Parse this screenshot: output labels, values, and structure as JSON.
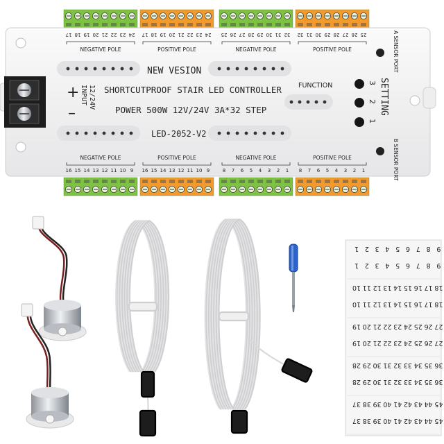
{
  "controller": {
    "line1": "NEW VESION",
    "line2": "SHORTCUTPROOF STAIR LED CONTROLLER",
    "line3": "POWER 500W 12V/24V 3A*32 STEP",
    "model": "LED-2052-V2",
    "function_label": "FUNCTION",
    "setting_label": "SETTING",
    "input_label": "INPUT",
    "input_voltage": "12/24V",
    "plus_sign": "+",
    "minus_sign": "–",
    "a_sensor": "A SENSOR PORT",
    "b_sensor": "B SENSOR PORT",
    "setting_buttons": [
      "1",
      "2",
      "3"
    ],
    "top_poles": [
      "NEGATIVE POLE",
      "POSITIVE POLE",
      "NEGATIVE POLE",
      "POSITIVE POLE"
    ],
    "bottom_poles": [
      "NEGATIVE POLE",
      "POSITIVE POLE",
      "NEGATIVE POLE",
      "POSITIVE POLE"
    ],
    "bottom_numbers": [
      [
        "16",
        "15",
        "14",
        "13",
        "12",
        "11",
        "10",
        "9"
      ],
      [
        "16",
        "15",
        "14",
        "13",
        "12",
        "11",
        "10",
        "9"
      ],
      [
        "8",
        "7",
        "6",
        "5",
        "4",
        "3",
        "2",
        "1"
      ],
      [
        "8",
        "7",
        "6",
        "5",
        "4",
        "3",
        "2",
        "1"
      ]
    ],
    "top_numbers": [
      [
        "17",
        "18",
        "19",
        "20",
        "21",
        "22",
        "23",
        "24"
      ],
      [
        "17",
        "18",
        "19",
        "20",
        "21",
        "22",
        "23",
        "24"
      ],
      [
        "25",
        "26",
        "27",
        "28",
        "29",
        "30",
        "31",
        "32"
      ],
      [
        "32",
        "31",
        "30",
        "29",
        "28",
        "27",
        "26",
        "25"
      ]
    ]
  },
  "label_sheet": {
    "rows": [
      [
        "9",
        "8",
        "7",
        "6",
        "5",
        "4",
        "3",
        "2",
        "1"
      ],
      [
        "18",
        "17",
        "16",
        "15",
        "14",
        "13",
        "12",
        "11",
        "10"
      ],
      [
        "27",
        "26",
        "25",
        "24",
        "23",
        "22",
        "21",
        "20",
        "19"
      ],
      [
        "36",
        "35",
        "34",
        "33",
        "32",
        "31",
        "30",
        "29",
        "28"
      ],
      [
        "45",
        "44",
        "43",
        "42",
        "41",
        "40",
        "39",
        "38",
        "37"
      ]
    ]
  },
  "colors": {
    "green_terminal": "#7dc242",
    "orange_terminal": "#f39a2e",
    "board": "#f2f2f4",
    "cable": "#e9e9ea",
    "sensor_metal": "#c9ccd1",
    "screwdriver": "#2a63c9"
  }
}
